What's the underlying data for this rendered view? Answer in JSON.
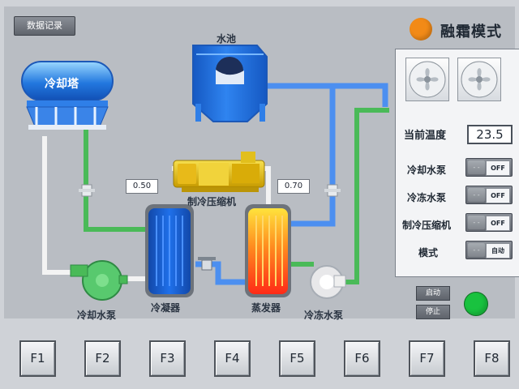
{
  "top_button": {
    "label": "数据记录"
  },
  "mode": {
    "title": "融霜模式"
  },
  "diagram": {
    "pool_label": "水池",
    "tower_label": "冷却塔",
    "compressor_label": "制冷压缩机",
    "condenser_label": "冷凝器",
    "evaporator_label": "蒸发器",
    "cooling_pump_label": "冷却水泵",
    "chilled_pump_label": "冷冻水泵",
    "left_value": "0.50",
    "right_value": "0.70"
  },
  "panel": {
    "temp_label": "当前温度",
    "temp_value": "23.5",
    "rows": [
      {
        "label": "冷却水泵",
        "knob": "- -",
        "state": "OFF"
      },
      {
        "label": "冷冻水泵",
        "knob": "- -",
        "state": "OFF"
      },
      {
        "label": "制冷压缩机",
        "knob": "- -",
        "state": "OFF"
      },
      {
        "label": "模式",
        "knob": "- -",
        "state": "自动"
      }
    ]
  },
  "controls": {
    "start": "启动",
    "stop": "停止"
  },
  "function_keys": [
    "F1",
    "F2",
    "F3",
    "F4",
    "F5",
    "F6",
    "F7",
    "F8"
  ],
  "colors": {
    "mode_indicator": "#f28a17",
    "run_indicator": "#19c23f",
    "water_blue": "#4c8ff0",
    "green_pipe": "#4aba58",
    "hot_red": "#ef4a1f"
  },
  "icons": {
    "fan": "fan-icon",
    "pump": "pump-icon",
    "valve": "valve-icon"
  }
}
